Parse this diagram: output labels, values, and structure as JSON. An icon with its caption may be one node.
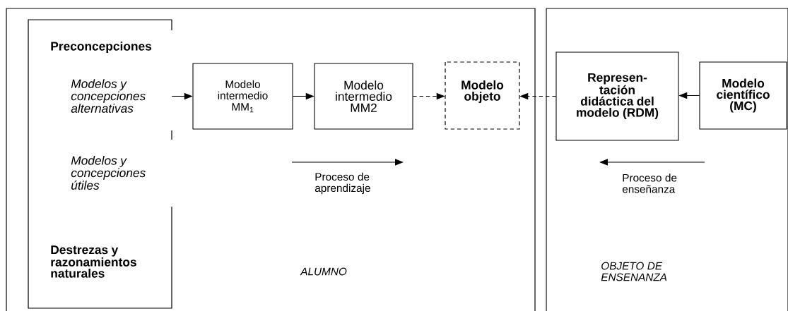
{
  "diagram": {
    "nodes": [
      {
        "text": [
          "ALUMNO"
        ]
      },
      {
        "text": [
          "Preconcepciones",
          "Modelos y concepciones alternativas",
          "Modelos y concepciones útiles",
          "Destrezas y razonamientos naturales"
        ],
        "in": 0
      },
      {
        "text": [
          "Modelo intermedio MM$_{1}$"
        ],
        "in": 0
      },
      {
        "text": [
          "Modelo intermedio MM2"
        ],
        "in": 0
      },
      {
        "text": [
          "Modelo objeto"
        ],
        "in": 0
      },
      {
        "text": [
          "OBJETO DE ENSENANZA"
        ]
      },
      {
        "text": [
          "Represen- tación didáctica del modelo (RDM)"
        ],
        "in": 5
      },
      {
        "text": [
          "Modelo científico (MC)"
        ],
        "in": 5
      }
    ],
    "edges": [
      {
        "from": 1,
        "to": 2,
        "arrow": "to"
      },
      {
        "from": 2,
        "to": 3,
        "arrow": "to"
      },
      {
        "from": 3,
        "to": 4,
        "arrow": "to",
        "style": "dashed"
      },
      {
        "from": 6,
        "to": 4,
        "arrow": "to",
        "style": "dashed"
      },
      {
        "from": 7,
        "to": 6,
        "arrow": "to"
      }
    ],
    "labels": [
      "Proceso de aprendizaje",
      "Proceso de enseñanza"
    ]
  }
}
